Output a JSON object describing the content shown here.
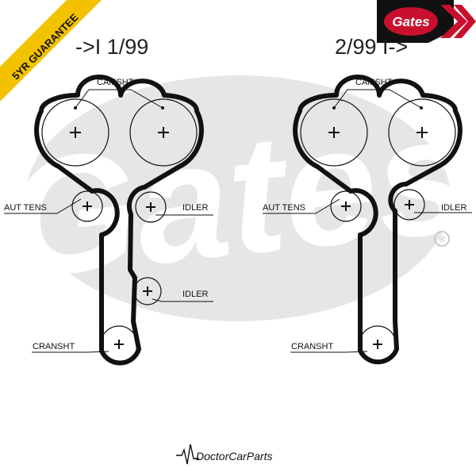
{
  "badge": {
    "text": "5YR GUARANTEE",
    "color": "#f2c200"
  },
  "brand": {
    "logo_text": "Gates",
    "logo_color": "#c8102e",
    "registered_mark": "®"
  },
  "footer": {
    "logo_text": "DoctorCarParts"
  },
  "left_diagram": {
    "header": "->I  1/99",
    "labels": {
      "camshaft": "CAMSHT",
      "tensioner": "AUT TENS",
      "idler_upper": "IDLER",
      "idler_lower": "IDLER",
      "crankshaft": "CRANSHT"
    }
  },
  "right_diagram": {
    "header": "2/99  I->",
    "labels": {
      "camshaft": "CAMSHT",
      "tensioner": "AUT TENS",
      "idler": "IDLER",
      "crankshaft": "CRANSHT"
    }
  }
}
